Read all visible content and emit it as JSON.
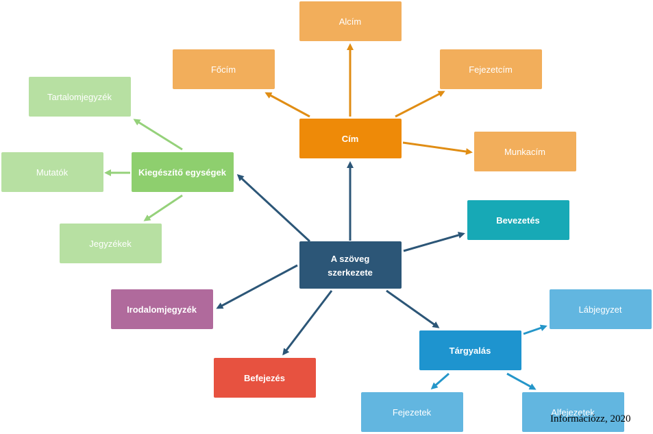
{
  "diagram": {
    "nodes": {
      "center": {
        "label_line1": "A szöveg",
        "label_line2": "szerkezete",
        "color": "#2c5677"
      },
      "cim": {
        "label": "Cím",
        "color": "#ee8a08"
      },
      "alcim": {
        "label": "Alcím",
        "color": "#f2ae5b"
      },
      "focim": {
        "label": "Főcím",
        "color": "#f2ae5b"
      },
      "fejezetcim": {
        "label": "Fejezetcím",
        "color": "#f2ae5b"
      },
      "munkacim": {
        "label": "Munkacím",
        "color": "#f2ae5b"
      },
      "kiegeszito": {
        "label": "Kiegészítő egységek",
        "color": "#8ecf6e"
      },
      "tartalomjegyzek": {
        "label": "Tartalomjegyzék",
        "color": "#b7e0a2"
      },
      "mutatok": {
        "label": "Mutatók",
        "color": "#b7e0a2"
      },
      "jegyzekek": {
        "label": "Jegyzékek",
        "color": "#b7e0a2"
      },
      "bevezetes": {
        "label": "Bevezetés",
        "color": "#17a9b6"
      },
      "irodalomjegyzek": {
        "label": "Irodalomjegyzék",
        "color": "#b06a9c"
      },
      "befejezes": {
        "label": "Befejezés",
        "color": "#e75240"
      },
      "targyalas": {
        "label": "Tárgyalás",
        "color": "#1e94cf"
      },
      "labjegyzet": {
        "label": "Lábjegyzet",
        "color": "#62b6e0"
      },
      "fejezetek": {
        "label": "Fejezetek",
        "color": "#62b6e0"
      },
      "alfejezetek": {
        "label": "Alfejezetek",
        "color": "#62b6e0"
      }
    },
    "edge_colors": {
      "center": "#2c5677",
      "cim": "#e08d14",
      "kiegeszito": "#95d17a",
      "targyalas": "#2596c9"
    }
  },
  "credit": "Információzz, 2020"
}
